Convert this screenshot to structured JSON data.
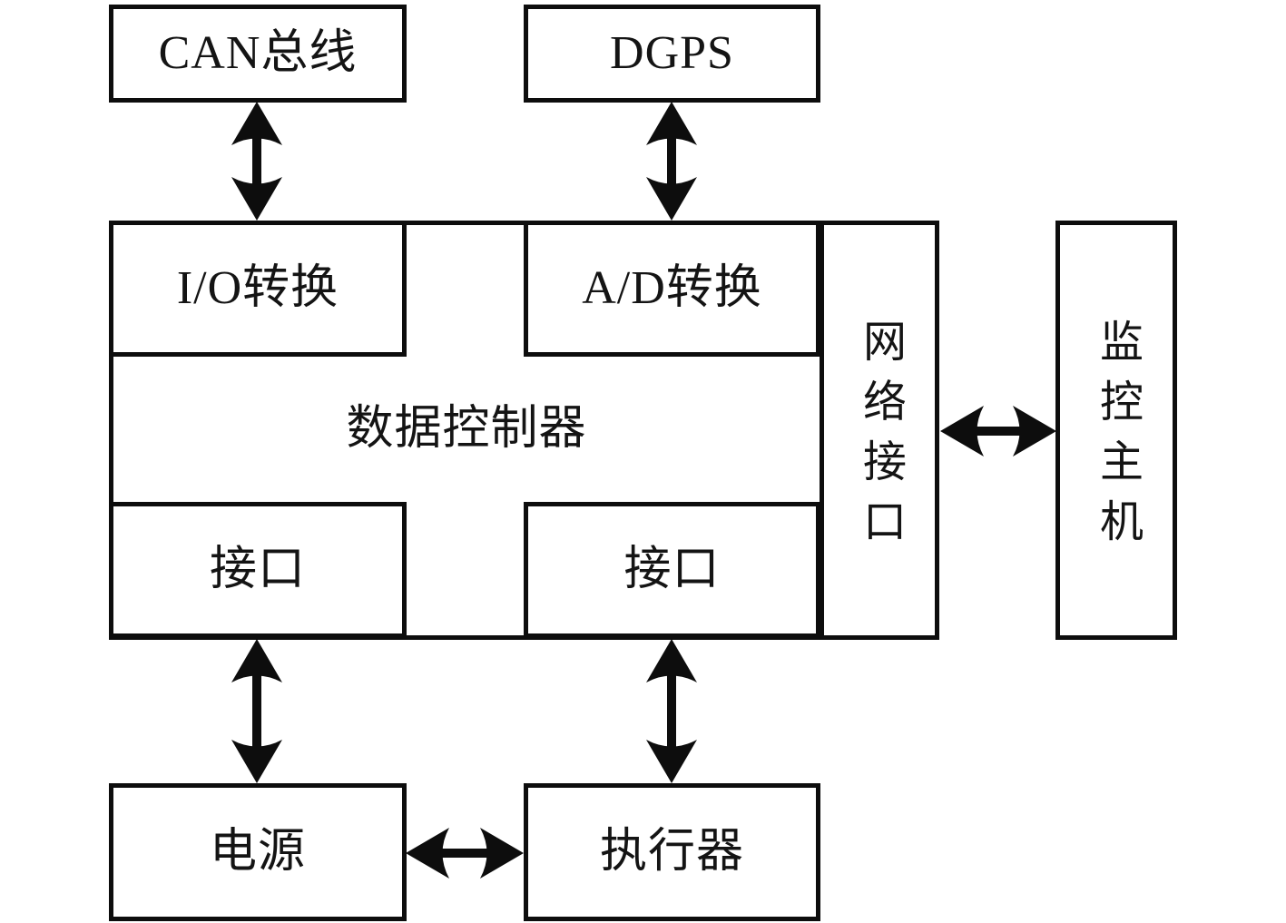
{
  "diagram": {
    "type": "block-diagram",
    "background_color": "#ffffff",
    "line_color": "#0d0d0d",
    "nodes": {
      "can_bus": {
        "label": "CAN总线"
      },
      "dgps": {
        "label": "DGPS"
      },
      "io_conversion": {
        "label": "I/O转换"
      },
      "ad_conversion": {
        "label": "A/D转换"
      },
      "data_controller": {
        "label": "数据控制器"
      },
      "network_interface": {
        "label": "网络接口"
      },
      "interface_left": {
        "label": "接口"
      },
      "interface_right": {
        "label": "接口"
      },
      "monitor_host": {
        "label": "监控主机"
      },
      "power_supply": {
        "label": "电源"
      },
      "actuator": {
        "label": "执行器"
      }
    },
    "connections": [
      {
        "from": "CAN总线",
        "to": "I/O转换",
        "style": "double-headed-vertical"
      },
      {
        "from": "DGPS",
        "to": "A/D转换",
        "style": "double-headed-vertical"
      },
      {
        "from": "网络接口",
        "to": "监控主机",
        "style": "double-headed-horizontal"
      },
      {
        "from": "接口(左)",
        "to": "电源",
        "style": "double-headed-vertical"
      },
      {
        "from": "接口(右)",
        "to": "执行器",
        "style": "double-headed-vertical"
      },
      {
        "from": "电源",
        "to": "执行器",
        "style": "double-headed-horizontal"
      }
    ]
  }
}
